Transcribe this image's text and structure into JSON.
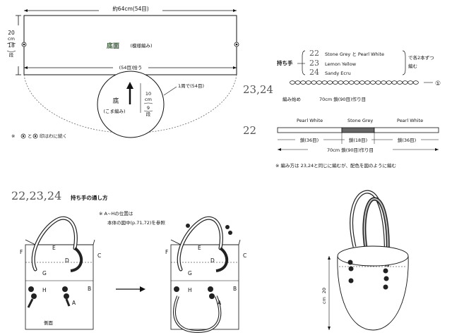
{
  "base_panel": {
    "top_dim": "約64cm(54目)",
    "side_dim_cm": "20",
    "side_dim_cm_unit": "cm",
    "side_dim_rows": "18",
    "side_dim_rows_unit": "段",
    "panel_label": "底面",
    "panel_sublabel": "(模様編み)",
    "pickup_label": "(54目)拾う",
    "circle_label": "底",
    "circle_sublabel": "(こま編み)",
    "circle_dim_cm": "10",
    "circle_dim_cm_unit": "cm",
    "circle_dim_rows": "9",
    "circle_dim_rows_unit": "段",
    "round_note": "1周で(54目)",
    "footnote_mark": "※",
    "footnote": "印はわに続く"
  },
  "handle_legend": {
    "title": "持ち手",
    "rows": [
      {
        "num": "22",
        "text": "Stone Grey と Pearl White"
      },
      {
        "num": "23",
        "text": "Lemon Yellow"
      },
      {
        "num": "24",
        "text": "Sandy Ecru"
      }
    ],
    "bracket_note_1": "で各2本ずつ",
    "bracket_note_2": "編む"
  },
  "chain_23_24": {
    "label": "23,24",
    "start_note": "編み始め",
    "length": "70cm 鎖(90目)作り目",
    "circled": "①"
  },
  "chain_22": {
    "label": "22",
    "seg1": "Pearl White",
    "seg2": "Stone Grey",
    "seg3": "Pearl White",
    "count1": "鎖(36目)",
    "count2": "鎖(18目)",
    "count3": "鎖(36目)",
    "length": "70cm 鎖(90目)作り目",
    "note": "※ 編み方は 23,24と同じに編むが、配色を図のように編む"
  },
  "threading": {
    "title_num": "22,23,24",
    "title_text": "持ち手の通し方",
    "note_1": "※ A~Hの位置は",
    "note_2": "本体の図中(p.71,72)を参照",
    "side_label": "側面",
    "letters": [
      "A",
      "B",
      "C",
      "D",
      "E",
      "F",
      "G",
      "H"
    ]
  },
  "bag": {
    "height_cm": "20",
    "height_unit": "cm"
  }
}
